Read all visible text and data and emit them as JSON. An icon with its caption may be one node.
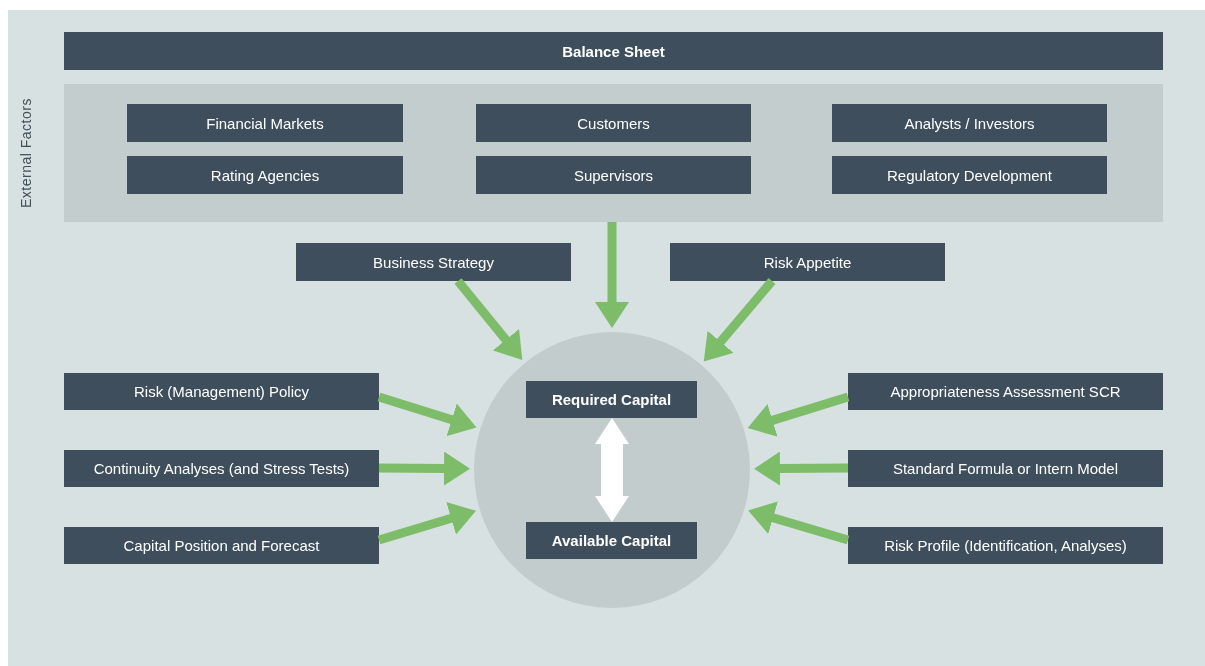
{
  "diagram": {
    "nodes": [
      {
        "text": [
          "Balance Sheet"
        ]
      },
      {
        "text": [
          "External Factors"
        ]
      },
      {
        "text": [
          "Financial Markets"
        ],
        "in": 1
      },
      {
        "text": [
          "Customers"
        ],
        "in": 1
      },
      {
        "text": [
          "Analysts / Investors"
        ],
        "in": 1
      },
      {
        "text": [
          "Rating Agencies"
        ],
        "in": 1
      },
      {
        "text": [
          "Supervisors"
        ],
        "in": 1
      },
      {
        "text": [
          "Regulatory Development"
        ],
        "in": 1
      },
      {
        "text": [
          "Business Strategy"
        ]
      },
      {
        "text": [
          "Risk Appetite"
        ]
      },
      {
        "text": [],
        "shape": "circle"
      },
      {
        "text": [
          "Required Capital"
        ],
        "in": 10
      },
      {
        "text": [
          "Available Capital"
        ],
        "in": 10
      },
      {
        "text": [
          "Risk (Management) Policy"
        ]
      },
      {
        "text": [
          "Continuity Analyses (and Stress Tests)"
        ]
      },
      {
        "text": [
          "Capital Position and Forecast"
        ]
      },
      {
        "text": [
          "Appropriateness Assessment SCR"
        ]
      },
      {
        "text": [
          "Standard Formula or Intern Model"
        ]
      },
      {
        "text": [
          "Risk Profile (Identification, Analyses)"
        ]
      }
    ],
    "edges": [
      {
        "from": 1,
        "to": 10,
        "arrow": "to"
      },
      {
        "from": 8,
        "to": 10,
        "arrow": "to"
      },
      {
        "from": 9,
        "to": 10,
        "arrow": "to"
      },
      {
        "from": 13,
        "to": 10,
        "arrow": "to"
      },
      {
        "from": 14,
        "to": 10,
        "arrow": "to"
      },
      {
        "from": 15,
        "to": 10,
        "arrow": "to"
      },
      {
        "from": 16,
        "to": 10,
        "arrow": "to"
      },
      {
        "from": 17,
        "to": 10,
        "arrow": "to"
      },
      {
        "from": 18,
        "to": 10,
        "arrow": "to"
      },
      {
        "from": 11,
        "to": 12,
        "arrow": "both",
        "style": "thick",
        "color": "#ffffff"
      }
    ]
  }
}
